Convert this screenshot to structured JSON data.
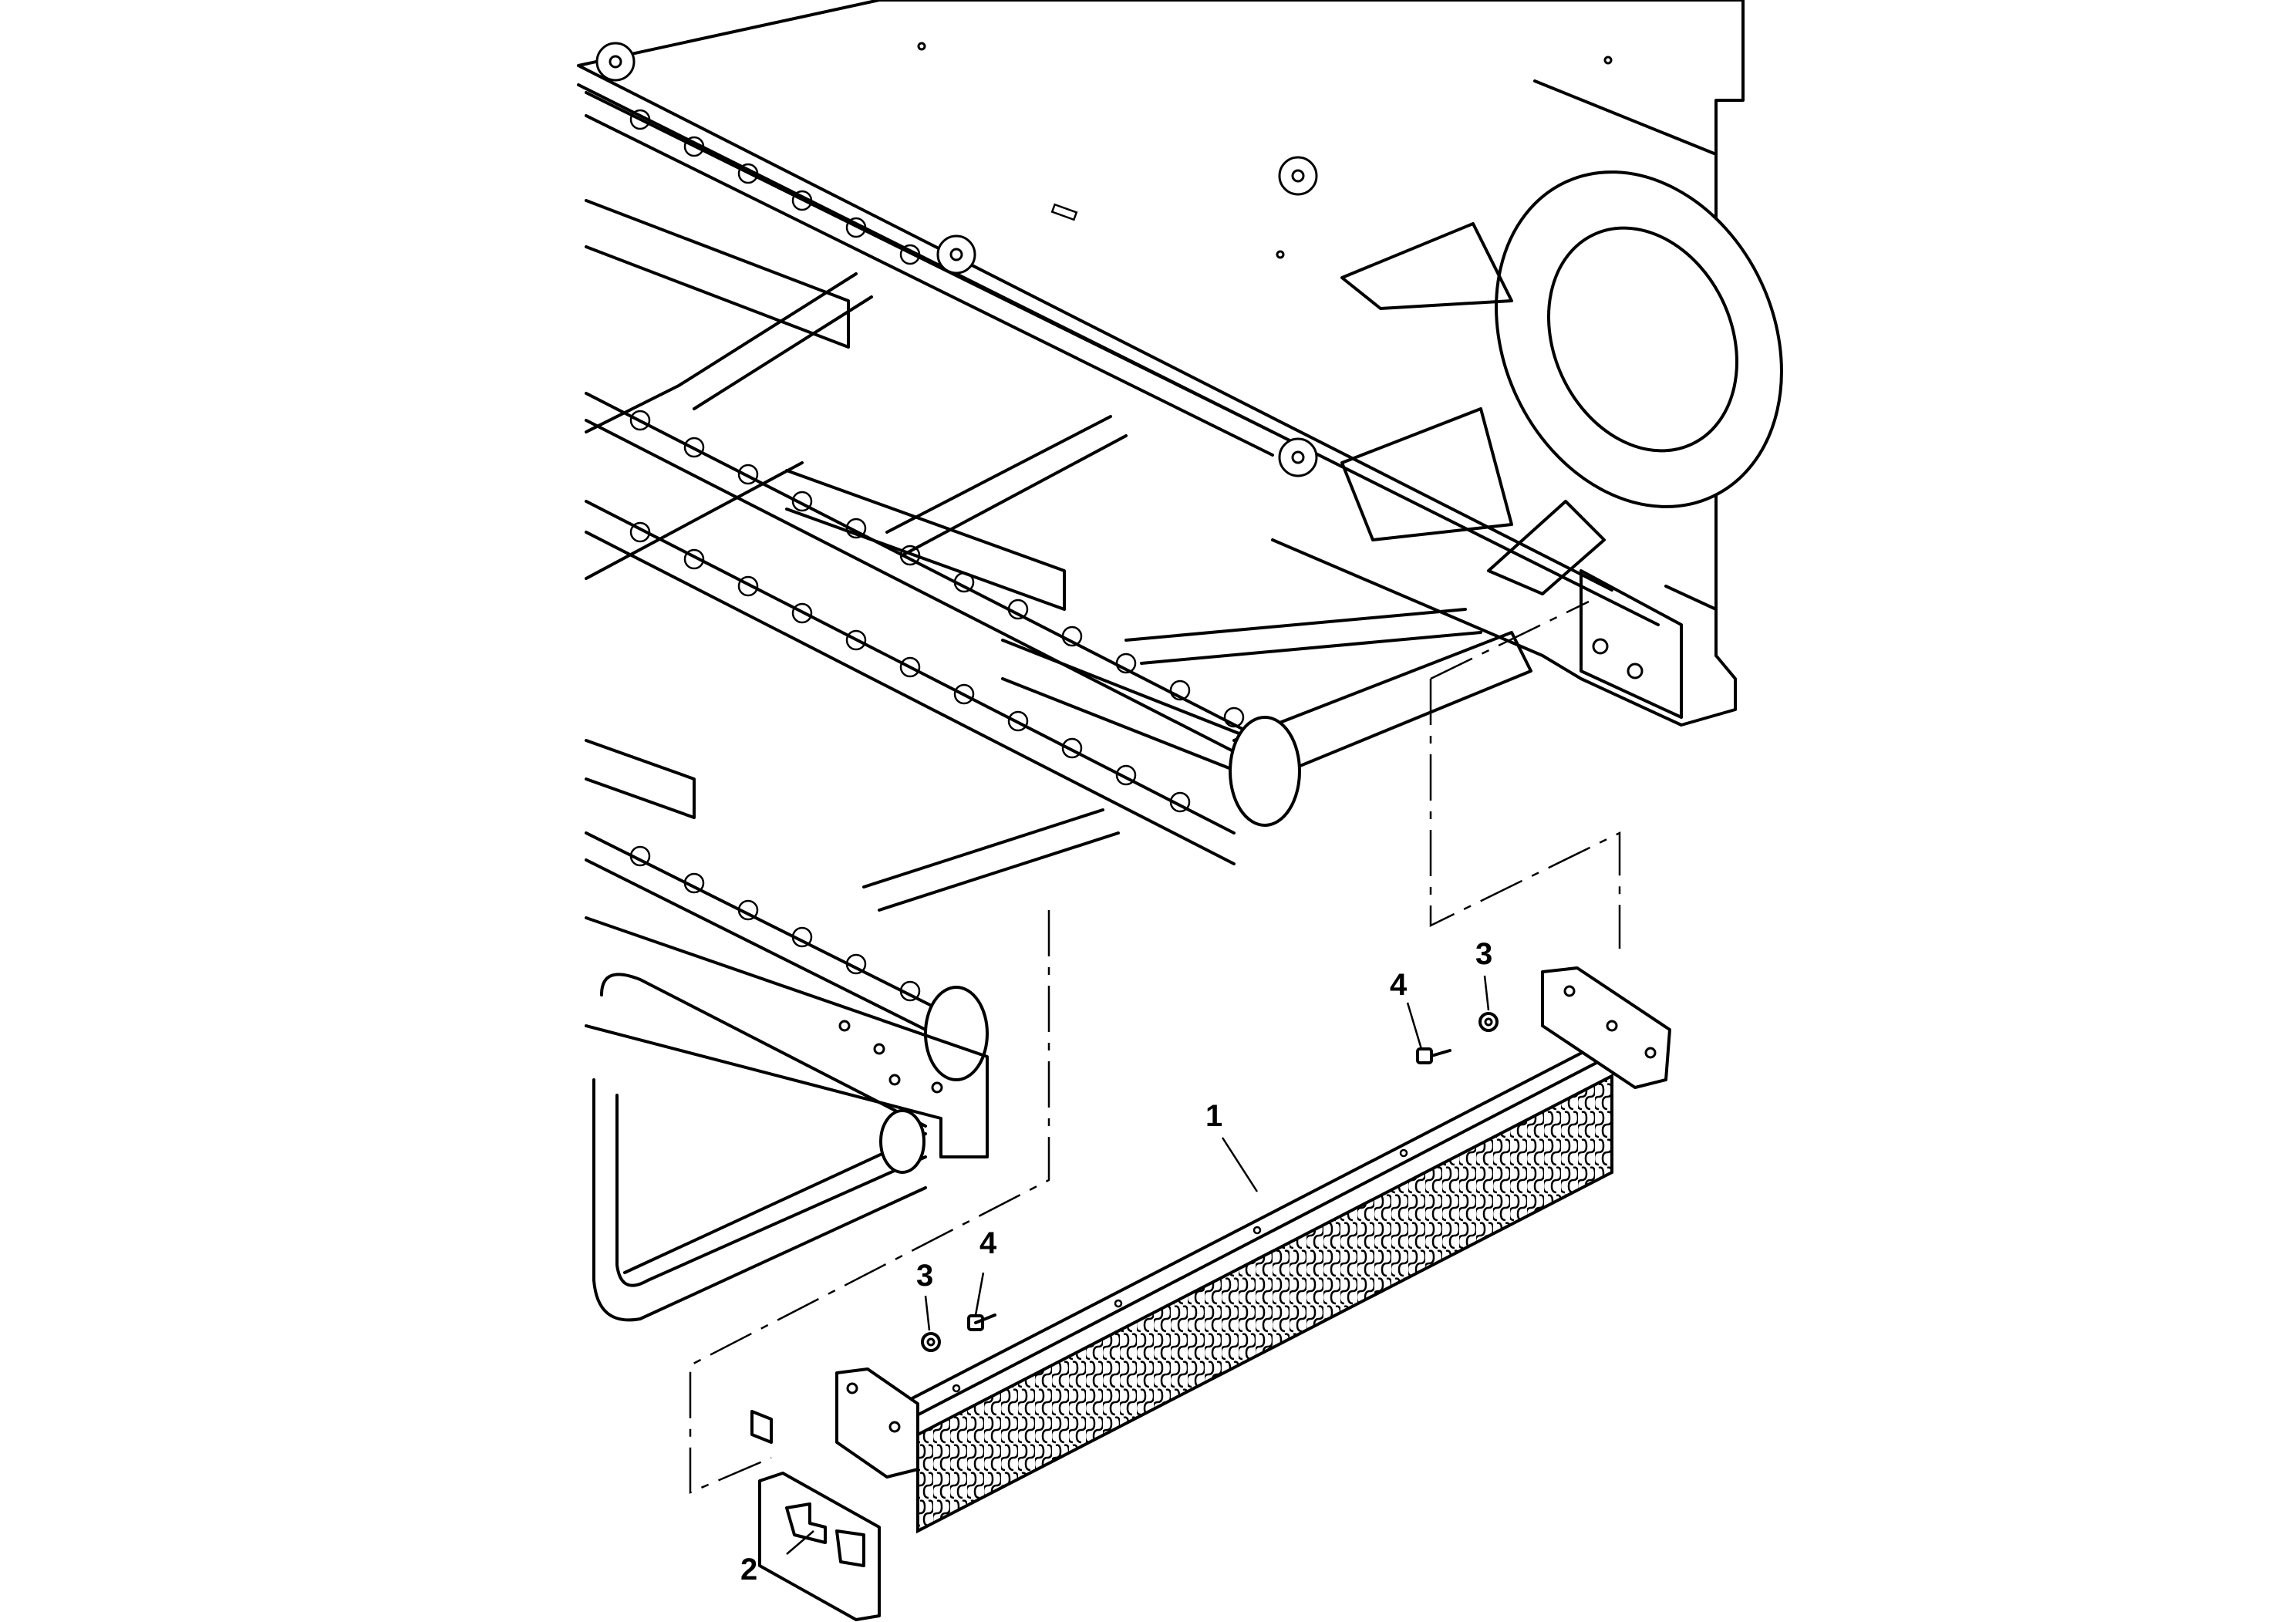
{
  "callouts": {
    "item_1": "1",
    "item_2": "2",
    "item_3_upper": "3",
    "item_4_upper": "4",
    "item_3_lower": "3",
    "item_4_lower": "4"
  }
}
